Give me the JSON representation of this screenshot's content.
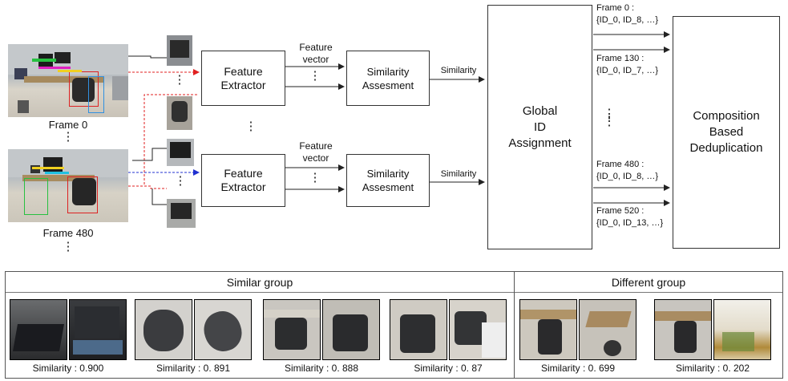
{
  "frames": [
    {
      "label": "Frame 0",
      "ellipsis": "⋮"
    },
    {
      "label": "Frame 480",
      "ellipsis": "⋮"
    }
  ],
  "pipeline": {
    "feature_extractor": [
      "Feature",
      "Extractor"
    ],
    "similarity_assessment": [
      "Similarity",
      "Assesment"
    ],
    "feature_vector_label": [
      "Feature",
      "vector"
    ],
    "similarity_label": "Similarity",
    "global_id": [
      "Global",
      "ID",
      "Assignment"
    ],
    "composition": [
      "Composition",
      "Based",
      "Deduplication"
    ],
    "dots": "⋮"
  },
  "frame_sets": [
    {
      "title": "Frame 0 :",
      "ids": "{ID_0, ID_8, …}"
    },
    {
      "title": "Frame 130 :",
      "ids": "{ID_0, ID_7, …}"
    },
    {
      "title": "Frame 480 :",
      "ids": "{ID_0, ID_8, …}"
    },
    {
      "title": "Frame 520 :",
      "ids": "{ID_0, ID_13, …}"
    }
  ],
  "groups": {
    "similar_title": "Similar group",
    "different_title": "Different group",
    "similar_pairs": [
      {
        "label": "Similarity : 0.900"
      },
      {
        "label": "Similarity : 0. 891"
      },
      {
        "label": "Similarity : 0. 888"
      },
      {
        "label": "Similarity : 0. 87"
      }
    ],
    "different_pairs": [
      {
        "label": "Similarity : 0. 699"
      },
      {
        "label": "Similarity : 0. 202"
      }
    ]
  },
  "colors": {
    "red_arrow": "#e02020",
    "blue_arrow": "#2030d0",
    "line": "#222222"
  }
}
